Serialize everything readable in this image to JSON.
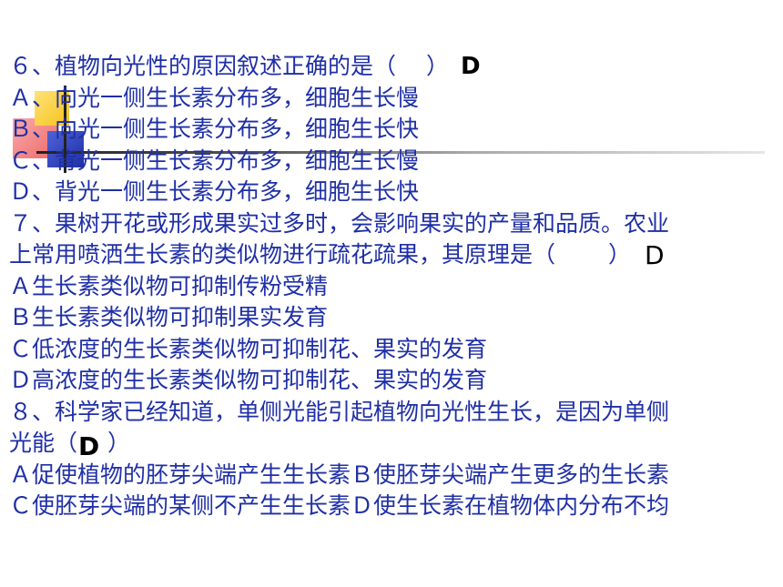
{
  "questions": [
    {
      "stem": [
        "６、植物向光性的原因叙述正确的是（　 ）"
      ],
      "answer": "D",
      "options": [
        "Ａ、向光一侧生长素分布多，细胞生长慢",
        "Ｂ、向光一侧生长素分布多，细胞生长快",
        "Ｃ、背光一侧生长素分布多，细胞生长慢",
        "Ｄ、背光一侧生长素分布多，细胞生长快"
      ]
    },
    {
      "stem": [
        "７、果树开花或形成果实过多时，会影响果实的产量和品质。农业",
        "上常用喷洒生长素的类似物进行疏花疏果，其原理是（　　 ）"
      ],
      "answer": "D",
      "options": [
        "Ａ生长素类似物可抑制传粉受精",
        "Ｂ生长素类似物可抑制果实发育",
        "Ｃ低浓度的生长素类似物可抑制花、果实的发育",
        "Ｄ高浓度的生长素类似物可抑制花、果实的发育"
      ]
    },
    {
      "stem": [
        "８、科学家已经知道，单侧光能引起植物向光性生长，是因为单侧",
        "光能（　 ）"
      ],
      "answer": "D",
      "options": [
        "Ａ促使植物的胚芽尖端产生生长素Ｂ使胚芽尖端产生更多的生长素",
        "Ｃ使胚芽尖端的某侧不产生生长素Ｄ使生长素在植物体内分布不均"
      ]
    }
  ]
}
